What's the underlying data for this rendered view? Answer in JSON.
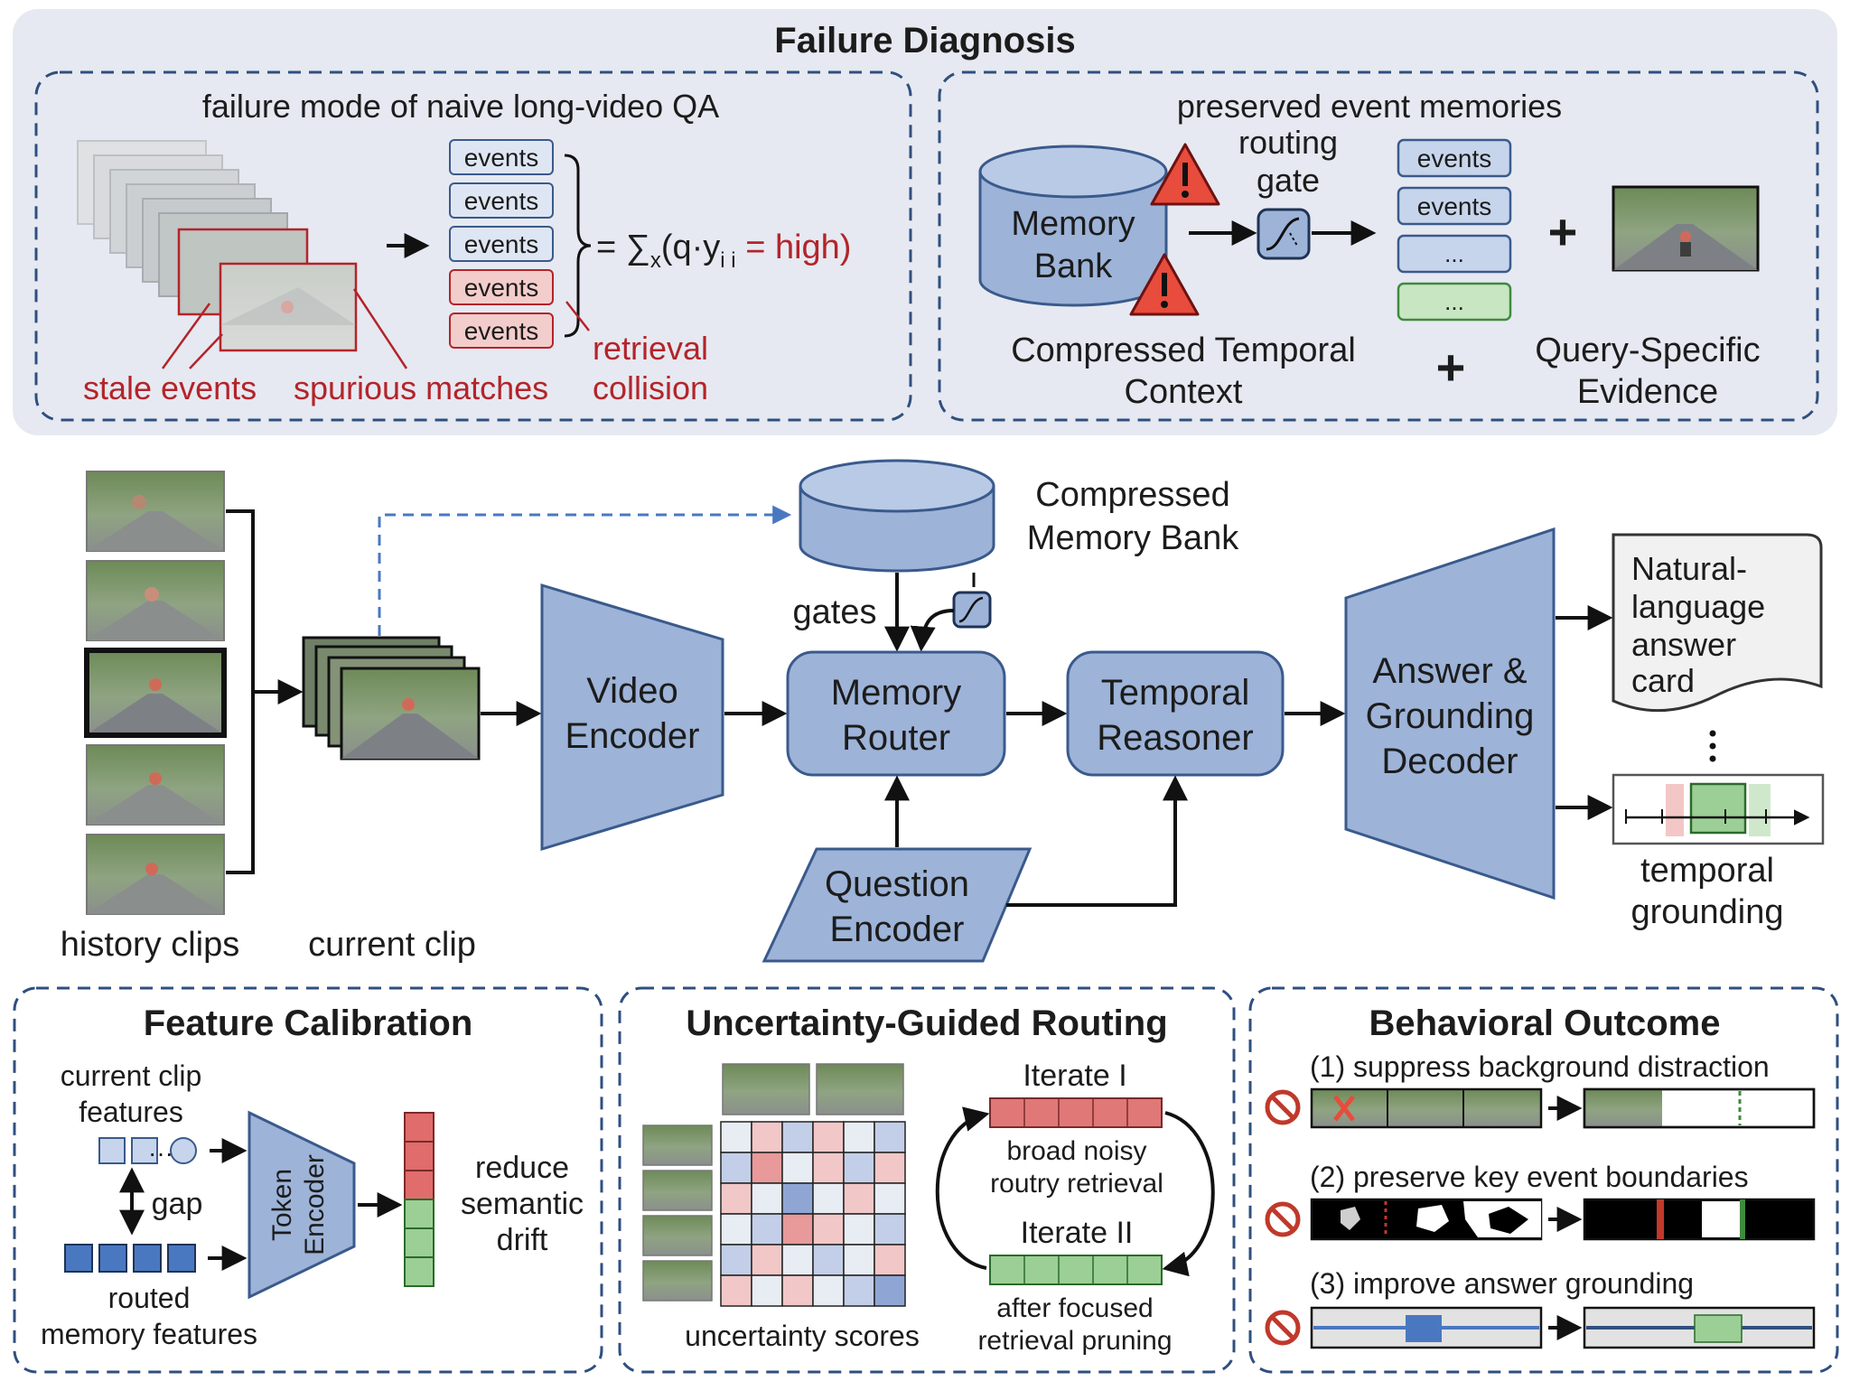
{
  "failure_diagnosis": {
    "title": "Failure Diagnosis",
    "left": {
      "heading": "failure mode of naive long-video QA",
      "event_label": "events",
      "formula_prefix": "= ∑",
      "formula_sub": "x",
      "formula_mid": "(q·y",
      "formula_sub2": "i i",
      "formula_high": " = high)",
      "stale_events": "stale events",
      "spurious_matches": "spurious matches",
      "retrieval": "retrieval",
      "collision": "collision"
    },
    "right": {
      "heading": "preserved event memories",
      "memory": "Memory",
      "bank": "Bank",
      "routing": "routing",
      "gate": "gate",
      "event_label": "events",
      "ellipsis": "...",
      "plus": "+",
      "compressed_temporal": "Compressed Temporal",
      "context": "Context",
      "query_specific": "Query-Specific",
      "evidence": "Evidence"
    }
  },
  "pipeline": {
    "history_clips": "history clips",
    "current_clip": "current clip",
    "compressed": "Compressed",
    "memory_bank": "Memory Bank",
    "gates": "gates",
    "video": "Video",
    "encoder": "Encoder",
    "memory": "Memory",
    "router": "Router",
    "temporal": "Temporal",
    "reasoner": "Reasoner",
    "answer_amp": "Answer &",
    "grounding": "Grounding",
    "decoder": "Decoder",
    "question": "Question",
    "q_encoder": "Encoder",
    "card_lines": [
      "Natural-",
      "language",
      "answer",
      "card"
    ],
    "temporal_lbl": "temporal",
    "grounding_lbl": "grounding"
  },
  "feature_calibration": {
    "title": "Feature Calibration",
    "current_clip": "current clip",
    "features": "features",
    "gap": "gap",
    "token": "Token",
    "encoder": "Encoder",
    "routed": "routed",
    "memory_features": "memory features",
    "reduce": "reduce",
    "semantic": "semantic",
    "drift": "drift",
    "dots": "···"
  },
  "uncertainty_routing": {
    "title": "Uncertainty-Guided Routing",
    "iterate_1": "Iterate I",
    "broad_noisy": "broad noisy",
    "routry": "routry retrieval",
    "iterate_2": "Iterate II",
    "after_focused": "after focused",
    "pruning": "retrieval pruning",
    "uncertainty_scores": "uncertainty scores"
  },
  "behavioral_outcome": {
    "title": "Behavioral Outcome",
    "item1": "(1) suppress background distraction",
    "item2": "(2) preserve key event boundaries",
    "item3": "(3) improve answer grounding"
  },
  "colors": {
    "panel_bg": "#e6e9f1",
    "box_blue": "#9db3d8",
    "box_stroke": "#3a5a8c",
    "dash": "#2f4f7f",
    "red_text": "#b3242a",
    "green": "#9ccf95",
    "pink": "#efa4a4"
  },
  "heatmap": {
    "cells": [
      [
        0,
        1,
        -1,
        1,
        0,
        -1
      ],
      [
        -1,
        2,
        0,
        1,
        -1,
        1
      ],
      [
        1,
        0,
        -2,
        0,
        1,
        0
      ],
      [
        0,
        -1,
        2,
        1,
        0,
        -1
      ],
      [
        -1,
        1,
        0,
        -1,
        0,
        1
      ],
      [
        1,
        0,
        1,
        0,
        -1,
        -2
      ]
    ]
  }
}
